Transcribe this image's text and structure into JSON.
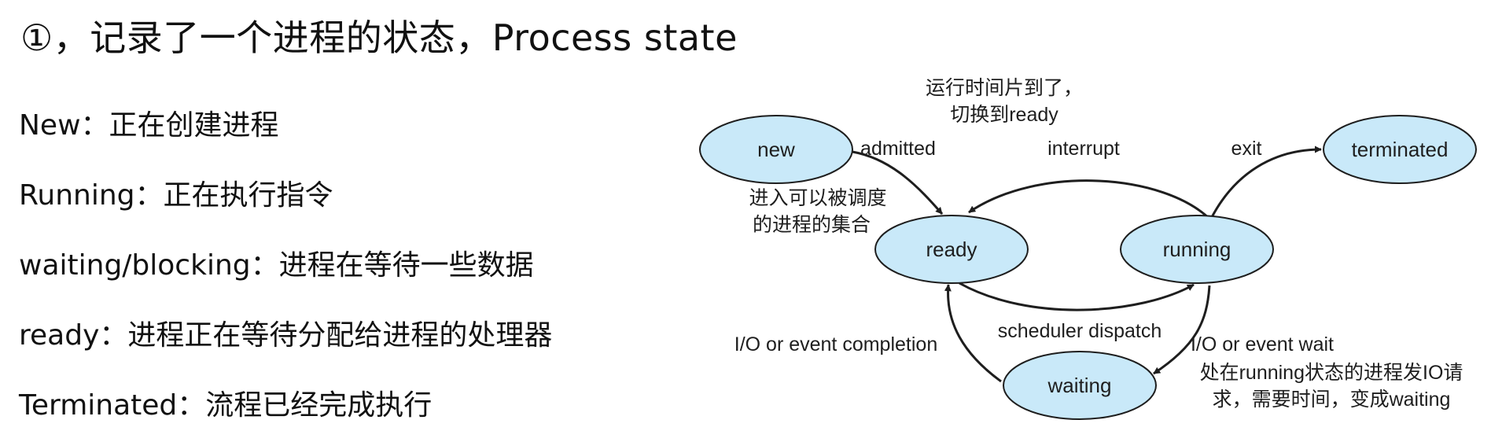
{
  "title": "①，记录了一个进程的状态，Process state",
  "states": [
    {
      "name": "New",
      "sep": "：",
      "desc": "正在创建进程"
    },
    {
      "name": "Running",
      "sep": "：",
      "desc": "正在执行指令"
    },
    {
      "name": "waiting/blocking",
      "sep": "：",
      "desc": "进程在等待一些数据"
    },
    {
      "name": "ready",
      "sep": "：",
      "desc": "进程正在等待分配给进程的处理器"
    },
    {
      "name": "Terminated",
      "sep": "：",
      "desc": "流程已经完成执行"
    }
  ],
  "diagram": {
    "nodes": {
      "new": "new",
      "ready": "ready",
      "running": "running",
      "waiting": "waiting",
      "terminated": "terminated"
    },
    "edges": {
      "admitted": "admitted",
      "interrupt": "interrupt",
      "exit": "exit",
      "scheduler_dispatch": "scheduler dispatch",
      "io_completion": "I/O or event completion",
      "io_wait": "I/O or event wait"
    },
    "notes": {
      "interrupt_note": [
        "运行时间片到了，",
        "切换到ready"
      ],
      "ready_note": [
        "进入可以被调度",
        "的进程的集合"
      ],
      "waiting_note": [
        "处在running状态的进程发IO请",
        "求，需要时间，变成waiting"
      ]
    },
    "colors": {
      "node_fill": "#c9e9f9",
      "stroke": "#1e1e1e"
    }
  }
}
